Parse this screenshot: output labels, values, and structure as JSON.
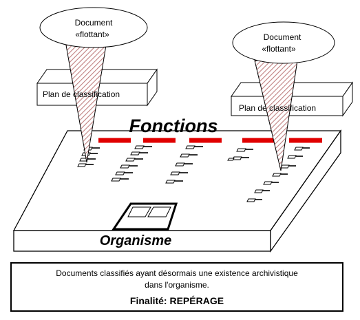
{
  "floating_docs": [
    {
      "line1": "Document",
      "line2": "«flottant»"
    },
    {
      "line1": "Document",
      "line2": "«flottant»"
    }
  ],
  "classification_plans": [
    {
      "label": "Plan de classification"
    },
    {
      "label": "Plan de classification"
    }
  ],
  "platform": {
    "functions_label": "Fonctions",
    "organism_label": "Organisme"
  },
  "caption": {
    "line1": "Documents classifiés ayant désormais une existence archivistique",
    "line2": "dans l'organisme.",
    "finality_label": "Finalité:",
    "finality_value": "REPÉRAGE"
  },
  "colors": {
    "function_bar": "#e00000",
    "cone_hatch": "#c08080",
    "outline": "#000000"
  }
}
